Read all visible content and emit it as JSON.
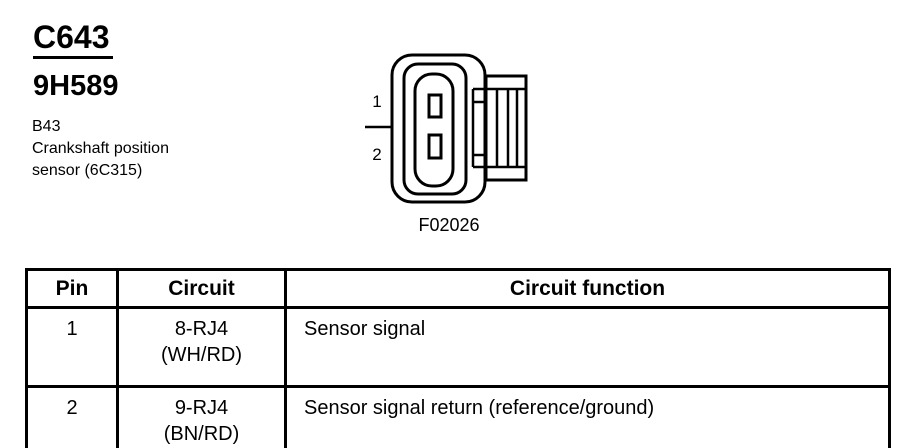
{
  "header": {
    "connector_id": "C643",
    "part_number": "9H589",
    "component_code": "B43",
    "component_description": "Crankshaft position sensor (6C315)"
  },
  "figure": {
    "pin_labels": {
      "pin1": "1",
      "pin2": "2"
    },
    "figure_code": "F02026"
  },
  "pinout_table": {
    "headers": [
      "Pin",
      "Circuit",
      "Circuit function"
    ],
    "rows": [
      {
        "pin": "1",
        "circuit": "8-RJ4\n(WH/RD)",
        "function": "Sensor signal"
      },
      {
        "pin": "2",
        "circuit": "9-RJ4\n(BN/RD)",
        "function": "Sensor signal return (reference/ground)"
      }
    ]
  },
  "colors": {
    "ink": "#000000",
    "paper": "#ffffff"
  }
}
